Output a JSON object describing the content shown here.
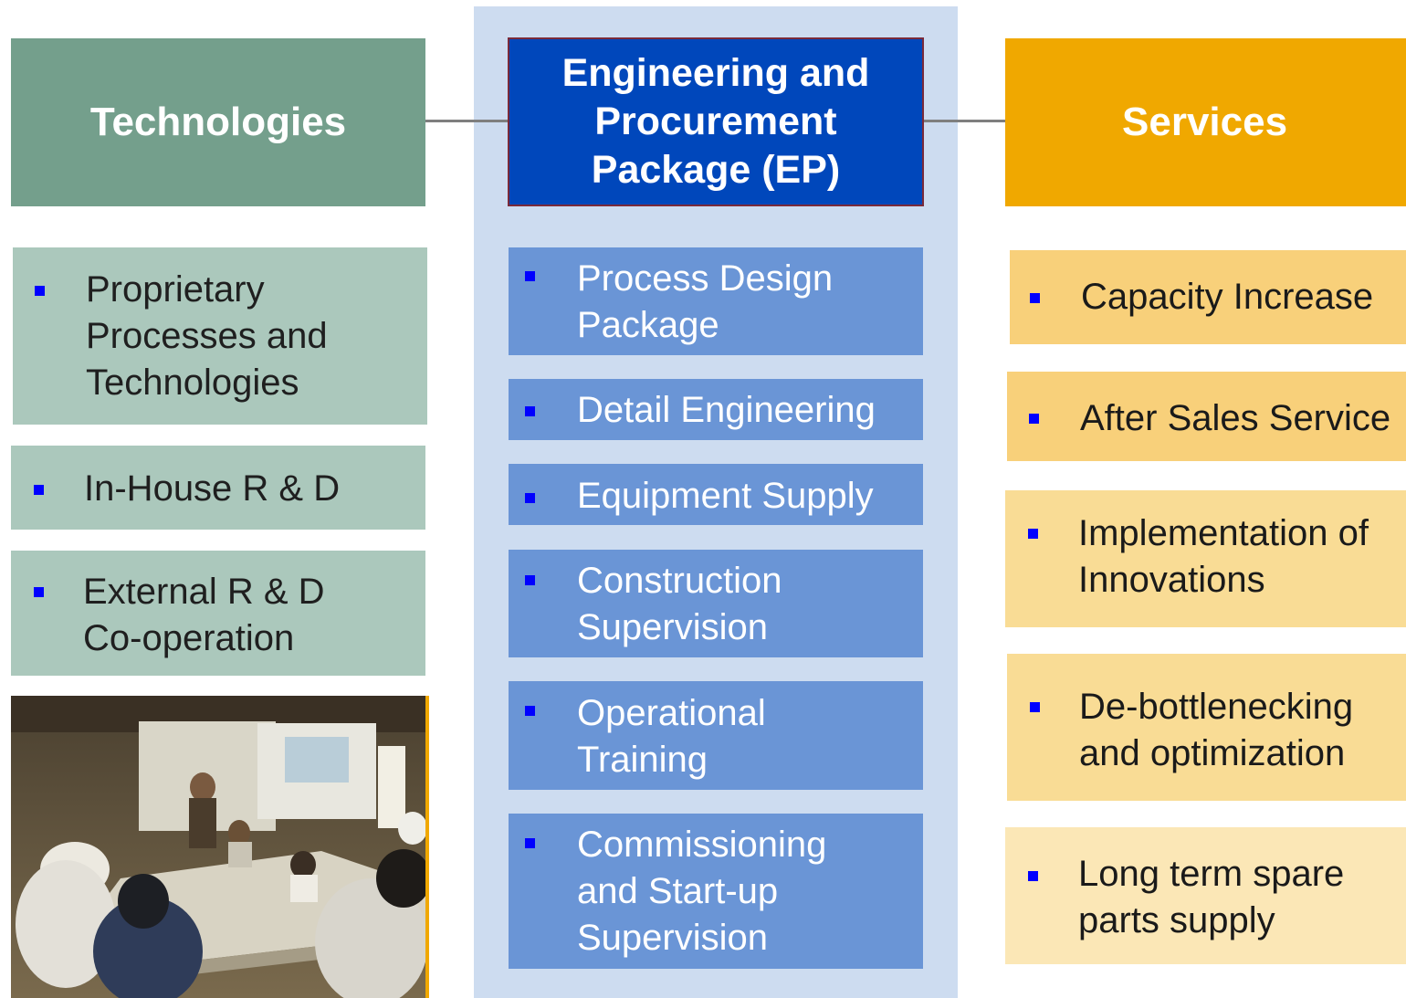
{
  "colors": {
    "technologies_header": "#749f8c",
    "technologies_item": "#abc8bc",
    "ep_panel": "#cddcf0",
    "ep_header": "#0047bb",
    "ep_item": "#6a95d6",
    "services_header": "#f0a800",
    "services_items": [
      "#f8d07a",
      "#f8d07a",
      "#f9dc95",
      "#f9dc95",
      "#fbe7b6"
    ],
    "bullet": "#0000ff",
    "connector": "#7f7f7f"
  },
  "technologies": {
    "title": "Technologies",
    "items": [
      {
        "lines": [
          "Proprietary",
          "Processes and",
          "Technologies"
        ]
      },
      {
        "lines": [
          "In-House R & D"
        ]
      },
      {
        "lines": [
          "External R & D",
          "Co-operation"
        ]
      }
    ]
  },
  "ep": {
    "title_lines": [
      "Engineering and",
      "Procurement",
      "Package (EP)"
    ],
    "items": [
      {
        "lines": [
          "Process Design",
          "Package"
        ]
      },
      {
        "lines": [
          "Detail Engineering"
        ]
      },
      {
        "lines": [
          "Equipment Supply"
        ]
      },
      {
        "lines": [
          "Construction",
          "Supervision"
        ]
      },
      {
        "lines": [
          "Operational",
          "Training"
        ]
      },
      {
        "lines": [
          "Commissioning",
          "and Start-up",
          "Supervision"
        ]
      }
    ]
  },
  "services": {
    "title": "Services",
    "items": [
      {
        "lines": [
          "Capacity Increase"
        ]
      },
      {
        "lines": [
          "After Sales Service"
        ]
      },
      {
        "lines": [
          "Implementation of",
          "Innovations"
        ]
      },
      {
        "lines": [
          "De-bottlenecking",
          "and optimization"
        ]
      },
      {
        "lines": [
          "Long term spare",
          "parts supply"
        ]
      }
    ]
  },
  "photo": {
    "subject": "training-session-photo"
  }
}
